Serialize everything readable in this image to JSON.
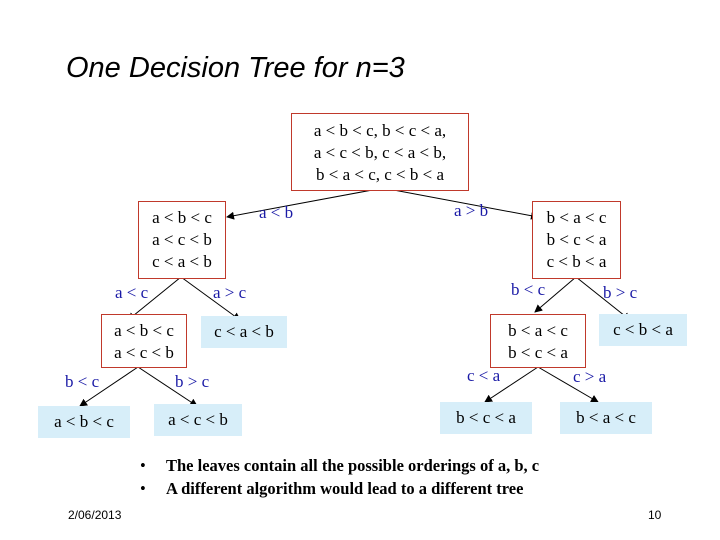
{
  "title": "One Decision Tree for n=3",
  "nodes": {
    "root": [
      "a < b < c, b < c < a,",
      "a < c < b, c < a < b,",
      "b < a < c, c < b < a"
    ],
    "left": [
      "a < b < c",
      "a < c < b",
      "c < a < b"
    ],
    "right": [
      "b < a < c",
      "b < c < a",
      "c < b < a"
    ],
    "left_left": [
      "a < b < c",
      "a < c < b"
    ],
    "left_right_leaf": "c < a < b",
    "right_left": [
      "b < a < c",
      "b < c < a"
    ],
    "right_right_leaf": "c < b < a",
    "leaf_1": "a < b < c",
    "leaf_2": "a < c < b",
    "leaf_3": "b < c < a",
    "leaf_4": "b < a < c"
  },
  "edge_labels": {
    "root_left": "a < b",
    "root_right": "a > b",
    "left_left": "a < c",
    "left_right": "a > c",
    "right_left": "b < c",
    "right_right": "b > c",
    "ll_left": "b < c",
    "ll_right": "b > c",
    "rl_left": "c < a",
    "rl_right": "c > a"
  },
  "bullets": [
    "The leaves contain all the possible orderings of a, b, c",
    "A different algorithm would lead to a different tree"
  ],
  "footer": {
    "date": "2/06/2013",
    "page": "10"
  },
  "colors": {
    "node_border": "#c0392b",
    "leaf_fill": "#d7eef9",
    "edge_label": "#1a1aa6"
  }
}
